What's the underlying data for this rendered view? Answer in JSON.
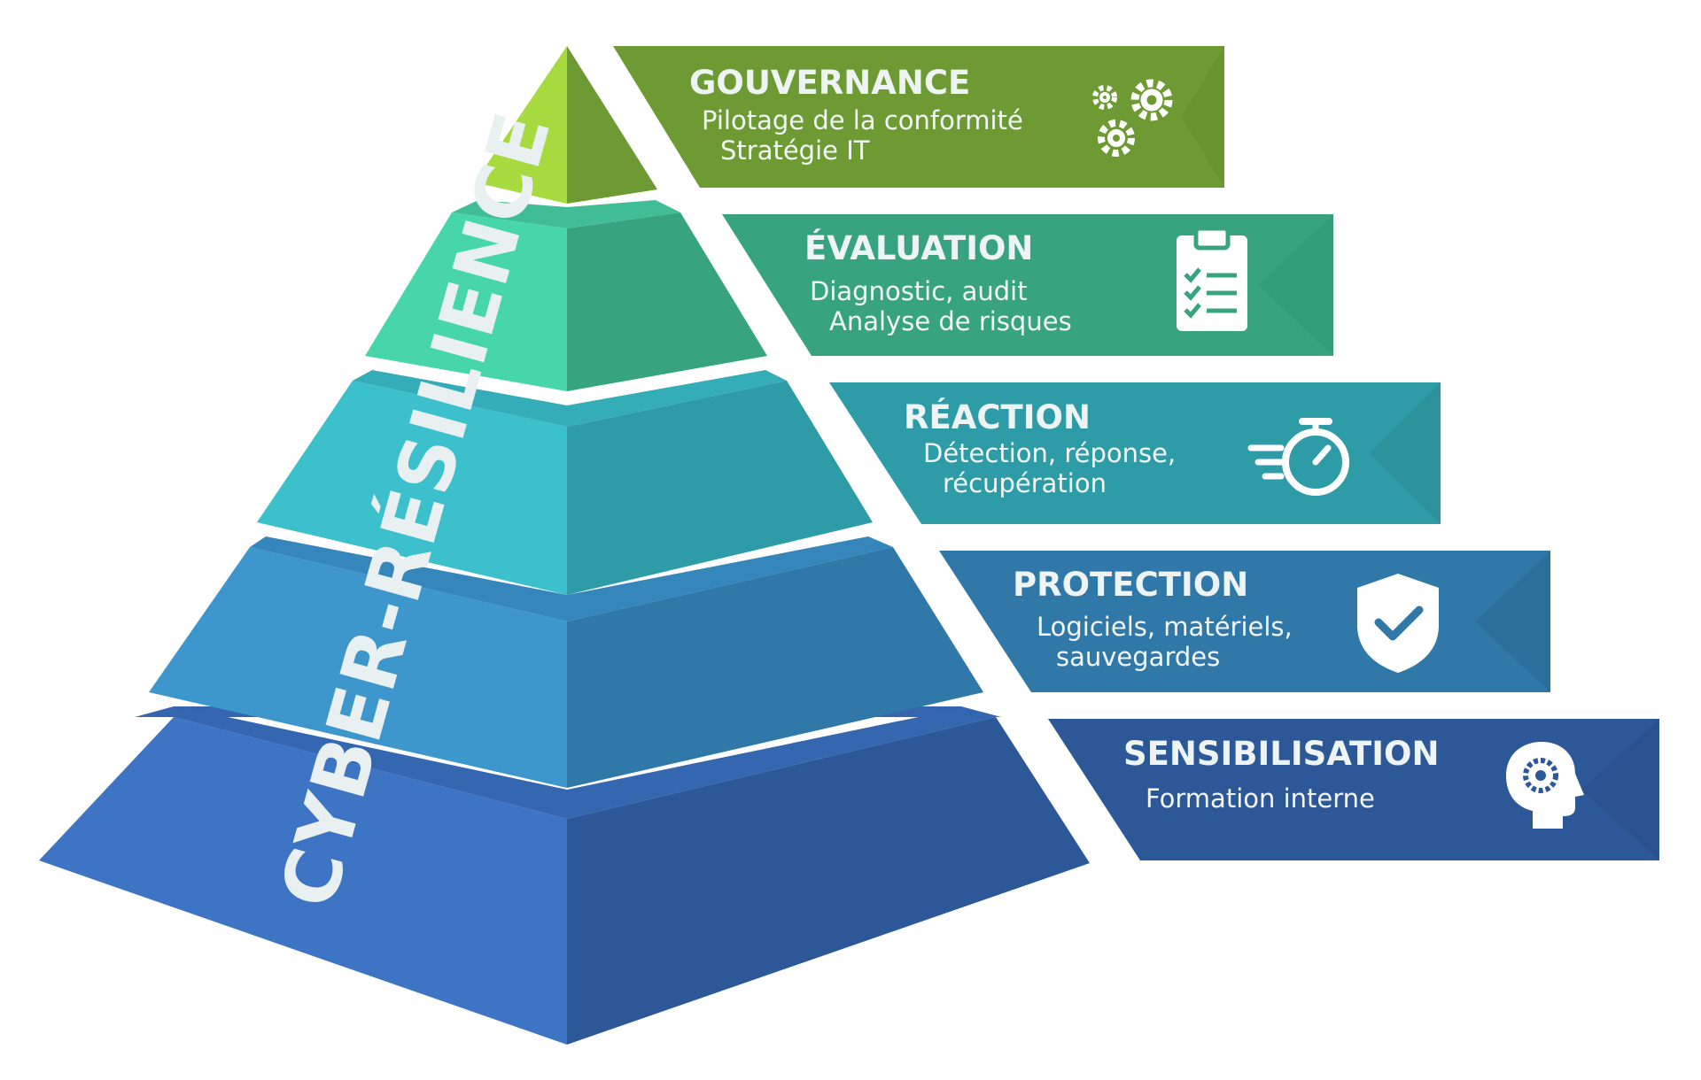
{
  "vertical_label": "CYBER-RÉSILIENCE",
  "levels": [
    {
      "title": "GOUVERNANCE",
      "lines": [
        "Pilotage de la conformité",
        "Stratégie IT"
      ],
      "icon": "gears-icon",
      "color": "#6e9a34"
    },
    {
      "title": "ÉVALUATION",
      "lines": [
        "Diagnostic, audit",
        "Analyse de risques"
      ],
      "icon": "clipboard-checklist-icon",
      "color": "#38a47f"
    },
    {
      "title": "RÉACTION",
      "lines": [
        "Détection, réponse,",
        "récupération"
      ],
      "icon": "stopwatch-icon",
      "color": "#2e9ca7"
    },
    {
      "title": "PROTECTION",
      "lines": [
        "Logiciels, matériels,",
        "sauvegardes"
      ],
      "icon": "shield-check-icon",
      "color": "#2f78a8"
    },
    {
      "title": "SENSIBILISATION",
      "lines": [
        "Formation interne"
      ],
      "icon": "head-gear-icon",
      "color": "#2d5897"
    }
  ],
  "pyramid_colors": {
    "tier1": {
      "left": "#a6da3e",
      "right": "#6e9a34"
    },
    "tier2": {
      "left": "#46d6a9",
      "right": "#38a47f",
      "top": "#40bd94"
    },
    "tier3": {
      "left": "#3cc0cc",
      "right": "#2e9ca7",
      "top": "#35adb8"
    },
    "tier4": {
      "left": "#3d97cc",
      "right": "#2f78a8",
      "top": "#3586bb"
    },
    "tier5": {
      "left": "#3d74c4",
      "right": "#2d5897",
      "top": "#3565ae"
    }
  }
}
